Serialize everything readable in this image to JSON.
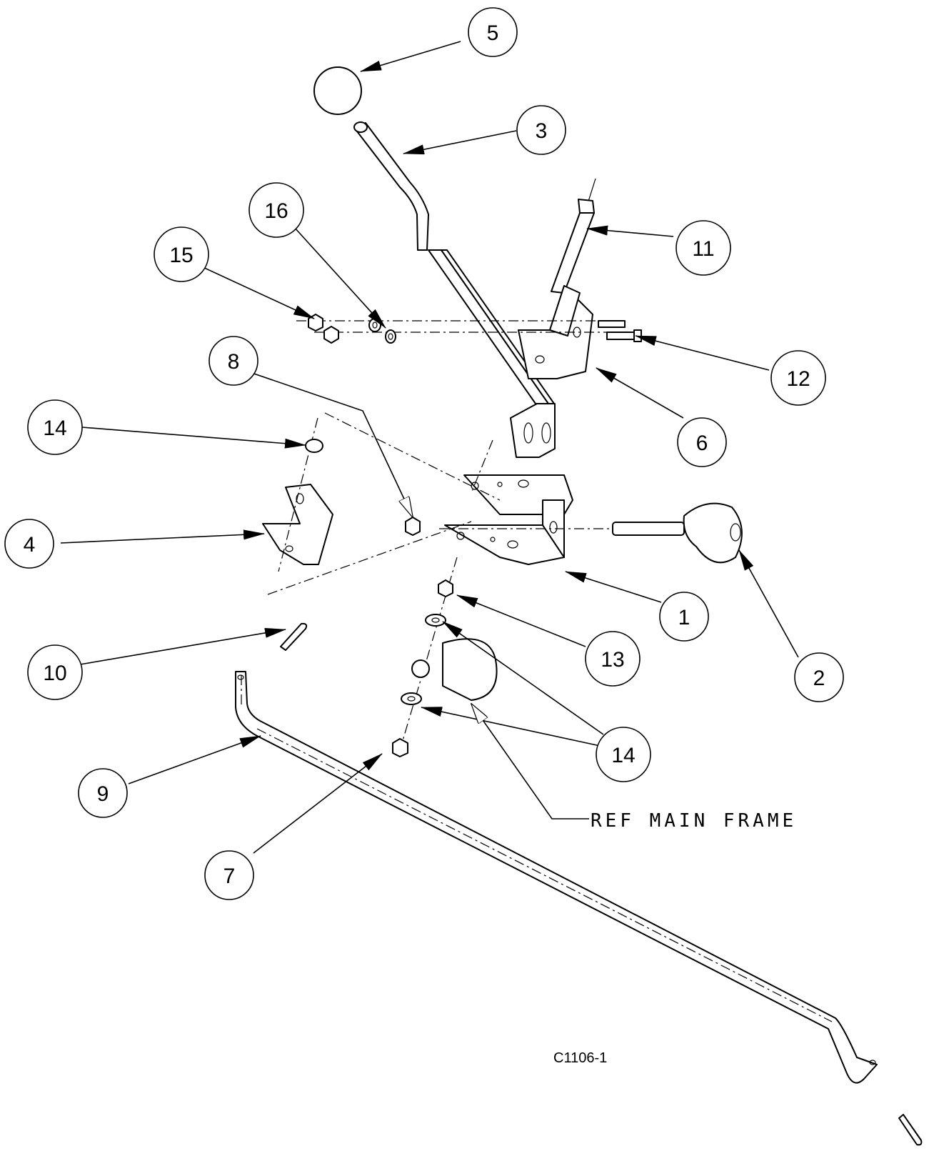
{
  "callouts": [
    {
      "part": "5",
      "label": "5"
    },
    {
      "part": "3",
      "label": "3"
    },
    {
      "part": "16",
      "label": "16"
    },
    {
      "part": "15",
      "label": "15"
    },
    {
      "part": "11",
      "label": "11"
    },
    {
      "part": "12",
      "label": "12"
    },
    {
      "part": "8",
      "label": "8"
    },
    {
      "part": "6",
      "label": "6"
    },
    {
      "part": "14",
      "label": "14"
    },
    {
      "part": "4",
      "label": "4"
    },
    {
      "part": "1",
      "label": "1"
    },
    {
      "part": "2",
      "label": "2"
    },
    {
      "part": "13",
      "label": "13"
    },
    {
      "part": "10",
      "label": "10"
    },
    {
      "part": "14",
      "label": "14"
    },
    {
      "part": "9",
      "label": "9"
    },
    {
      "part": "7",
      "label": "7"
    }
  ],
  "reference_label": "REF MAIN FRAME",
  "drawing_number": "C1106-1"
}
